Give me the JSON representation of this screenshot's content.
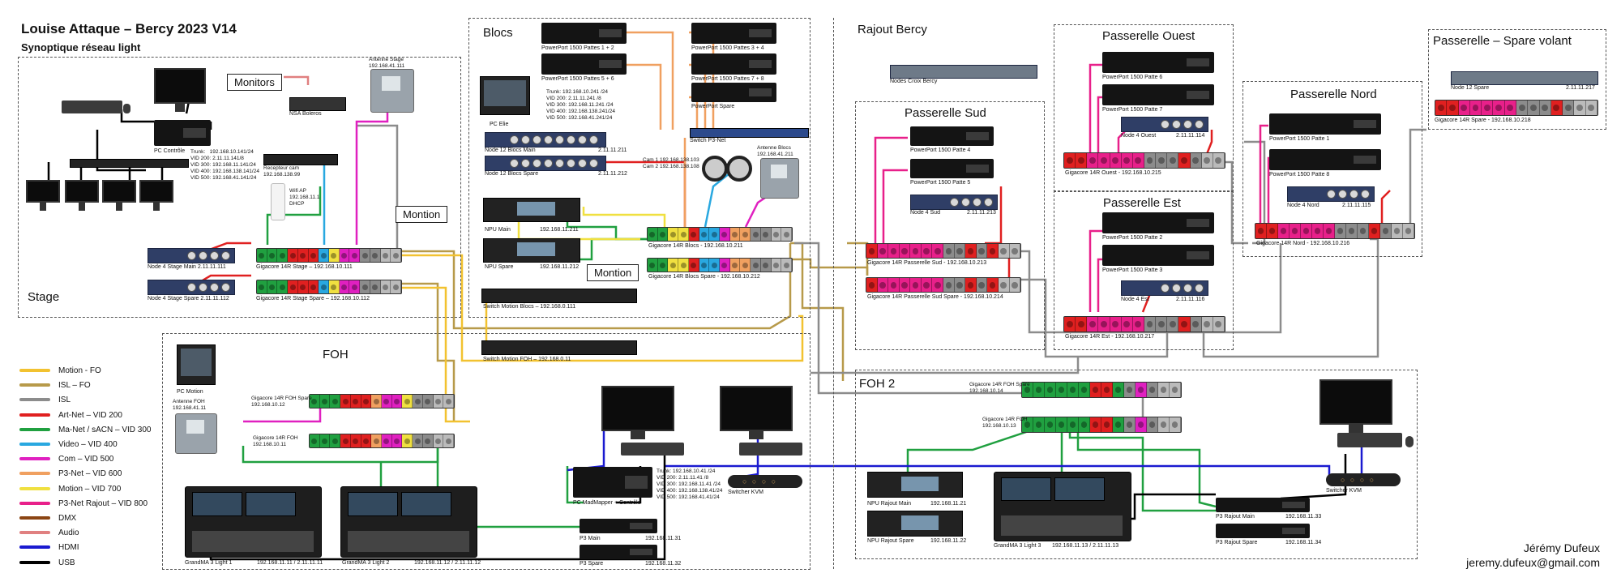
{
  "title": "Louise Attaque – Bercy 2023 V14",
  "subtitle": "Synoptique réseau light",
  "author": "Jérémy Dufeux",
  "email": "jeremy.dufeux@gmail.com",
  "zones": {
    "stage": "Stage",
    "blocs": "Blocs",
    "foh": "FOH",
    "foh2": "FOH 2",
    "rajout": "Rajout Bercy",
    "p_sud": "Passerelle Sud",
    "p_ouest": "Passerelle Ouest",
    "p_est": "Passerelle Est",
    "p_nord": "Passerelle Nord",
    "p_spare": "Passerelle – Spare volant"
  },
  "callouts": {
    "monitors": "Monitors",
    "montion1": "Montion",
    "montion2": "Montion"
  },
  "stage": {
    "pc_controle": "PC Contrôle",
    "pc_trunk": "Trunk:   192.168.10.141/24\nVID 200: 2.11.11.141/8\nVID 300: 192.168.11.141/24\nVID 400: 192.168.138.141/24\nVID 500: 192.168.41.141/24",
    "nsa": "NSA Boleros",
    "antenne": "Antenne Stage\n192.168.41.111",
    "recepteur": "Recepteur cam\n192.168.138.99",
    "wifi": "Wifi AP\n192.168.11.1\nDHCP",
    "node_main": "Node 4 Stage Main 2.11.11.111",
    "node_spare": "Node 4 Stage Spare 2.11.11.112",
    "gc_main": "Gigacore 14R Stage – 192.168.10.111",
    "gc_spare": "Gigacore 14R Stage Spare – 192.168.10.112"
  },
  "blocs": {
    "pp12": "PowerPort 1500 Pattes 1 + 2",
    "pp34": "PowerPort 1500 Pattes 3 + 4",
    "pp56": "PowerPort 1500 Pattes 5 + 6",
    "pp78": "PowerPort 1500 Pattes 7 + 8",
    "ppspare": "PowerPort Spare",
    "pc_elie": "PC Elie",
    "trunk": "Trunk: 192.168.10.241 /24\nVID 200: 2.11.11.241 /8\nVID 300: 192.168.11.241 /24\nVID 400: 192.168.138.241/24\nVID 500: 192.168.41.241/24",
    "switch_p3": "Switch P3-Net",
    "node12_main": "Node 12 Blocs Main",
    "node12_main_ip": "2.11.11.211",
    "node12_spare": "Node 12 Blocs Spare",
    "node12_spare_ip": "2.11.11.212",
    "cams": "Cam 1 192.168.138.103\nCam 2 192.168.138.108",
    "antenne": "Antenne Blocs\n192.168.41.211",
    "npu_main": "NPU Main",
    "npu_main_ip": "192.168.11.211",
    "npu_spare": "NPU Spare",
    "npu_spare_ip": "192.168.11.212",
    "gc_main": "Gigacore 14R Blocs - 192.168.10.211",
    "gc_spare": "Gigacore 14R Blocs Spare - 192.168.10.212",
    "sw_motion": "Switch Motion Blocs – 192.168.0.111"
  },
  "foh": {
    "sw_motion": "Switch Motion FOH – 192.168.0.11",
    "pc_motion": "PC Motion",
    "antenne": "Antenne FOH\n192.168.41.11",
    "gc_spare": "Gigacore 14R FOH Spare\n192.168.10.12",
    "gc_main": "Gigacore 14R FOH\n192.168.10.11",
    "pc_madmapper": "PC MadMapper + Contrôle",
    "trunk": "Trunk: 192.168.10.41 /24\nVID 200: 2.11.11.41 /8\nVID 300: 192.168.11.41 /24\nVID 400: 192.168.138.41/24\nVID 500: 192.168.41.41/24",
    "switcher": "Switcher KVM",
    "p3_main": "P3 Main",
    "p3_main_ip": "192.168.11.31",
    "p3_spare": "P3 Spare",
    "p3_spare_ip": "192.168.11.32",
    "gma1": "GrandMA 3 Light 1",
    "gma1_ip": "192.168.11.11 / 2.11.11.11",
    "gma2": "GrandMA 3 Light 2",
    "gma2_ip": "192.168.11.12 / 2.11.11.12"
  },
  "foh2": {
    "gc_spare": "Gigacore 14R FOH Spare\n192.168.10.14",
    "gc_main": "Gigacore 14R FOH\n192.168.10.13",
    "npu_main": "NPU Rajout Main",
    "npu_main_ip": "192.168.11.21",
    "npu_spare": "NPU Rajout Spare",
    "npu_spare_ip": "192.168.11.22",
    "gma3": "GrandMA 3 Light 3",
    "gma3_ip": "192.168.11.13 / 2.11.11.13",
    "p3_main": "P3 Rajout Main",
    "p3_main_ip": "192.168.11.33",
    "p3_spare": "P3 Rajout Spare",
    "p3_spare_ip": "192.168.11.34",
    "switcher": "Switcher KVM"
  },
  "rajout": {
    "nodes_croix": "Nodes Croix Bercy"
  },
  "p_sud": {
    "pp4": "PowerPort 1500 Patte 4",
    "pp5": "PowerPort 1500 Patte 5",
    "node": "Node 4 Sud",
    "node_ip": "2.11.11.213",
    "gc_main": "Gigacore 14R Passerelle Sud - 192.168.10.213",
    "gc_spare": "Gigacore 14R Passerelle Sud Spare - 192.168.10.214"
  },
  "p_ouest": {
    "pp6": "PowerPort 1500 Patte 6",
    "pp7": "PowerPort 1500 Patte 7",
    "node": "Node 4 Ouest",
    "node_ip": "2.11.11.114",
    "gc": "Gigacore 14R Ouest - 192.168.10.215"
  },
  "p_est": {
    "pp2": "PowerPort 1500 Patte 2",
    "pp3": "PowerPort 1500 Patte 3",
    "node": "Node 4 Est",
    "node_ip": "2.11.11.116",
    "gc": "Gigacore 14R Est - 192.168.10.217"
  },
  "p_nord": {
    "pp1": "PowerPort 1500 Patte 1",
    "pp8": "PowerPort 1500 Patte 8",
    "node": "Node 4 Nord",
    "node_ip": "2.11.11.115",
    "gc": "Gigacore 14R Nord - 192.168.10.216"
  },
  "p_spare": {
    "node": "Node 12 Spare",
    "node_ip": "2.11.11.217",
    "gc": "Gigacore 14R Spare - 192.168.10.218"
  },
  "legend": [
    {
      "label": "Motion - FO",
      "color": "#f2c230"
    },
    {
      "label": "ISL – FO",
      "color": "#b79a4a"
    },
    {
      "label": "ISL",
      "color": "#8c8c8c"
    },
    {
      "label": "Art-Net – VID 200",
      "color": "#e02020"
    },
    {
      "label": "Ma-Net / sACN – VID 300",
      "color": "#20a040"
    },
    {
      "label": "Video – VID 400",
      "color": "#29a8e0"
    },
    {
      "label": "Com – VID 500",
      "color": "#e020c0"
    },
    {
      "label": "P3-Net – VID 600",
      "color": "#f0a060"
    },
    {
      "label": "Motion – VID 700",
      "color": "#f0e040"
    },
    {
      "label": "P3-Net Rajout – VID 800",
      "color": "#e8208a"
    },
    {
      "label": "DMX",
      "color": "#8b4513"
    },
    {
      "label": "Audio",
      "color": "#e08080"
    },
    {
      "label": "HDMI",
      "color": "#1a1ad0"
    },
    {
      "label": "USB",
      "color": "#000000"
    }
  ]
}
